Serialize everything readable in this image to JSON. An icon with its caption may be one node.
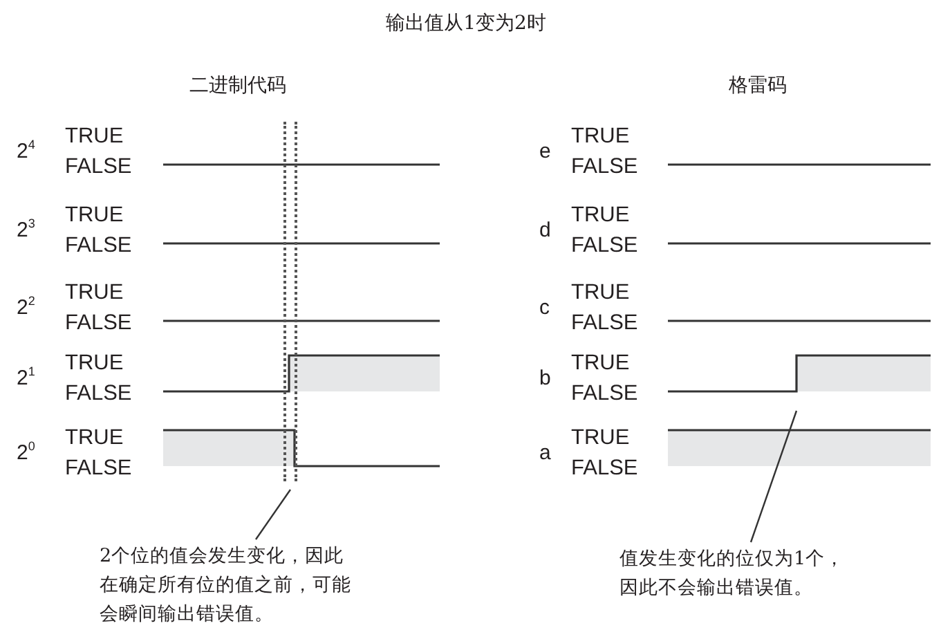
{
  "diagram": {
    "title": "输出值从1变为2时",
    "nodes": [
      {
        "text": [
          "2个位的值会发生变化，因此在确定所有位的值之前，可能会瞬间输出错误值。"
        ]
      },
      {
        "text": [],
        "shape": "box"
      },
      {
        "text": [
          "值发生变化的位仅为1个，因此不会输出错误值。"
        ]
      }
    ],
    "edges": [
      {
        "from": 0,
        "to": 1,
        "arrow": "none"
      },
      {
        "from": 2,
        "to": null,
        "arrow": "none"
      }
    ],
    "labels": [
      "二进制代码",
      "格雷码",
      "2$^{4}$",
      "TRUE",
      "FALSE",
      "2$^{3}$",
      "TRUE",
      "FALSE",
      "2$^{2}$",
      "TRUE",
      "FALSE",
      "2$^{1}$",
      "TRUE",
      "FALSE",
      "2$^{0}$",
      "TRUE",
      "FALSE",
      "e",
      "TRUE",
      "FALSE",
      "d",
      "TRUE",
      "FALSE",
      "c",
      "TRUE",
      "FALSE",
      "b",
      "TRUE",
      "FALSE",
      "a",
      "TRUE",
      "FALSE"
    ]
  }
}
